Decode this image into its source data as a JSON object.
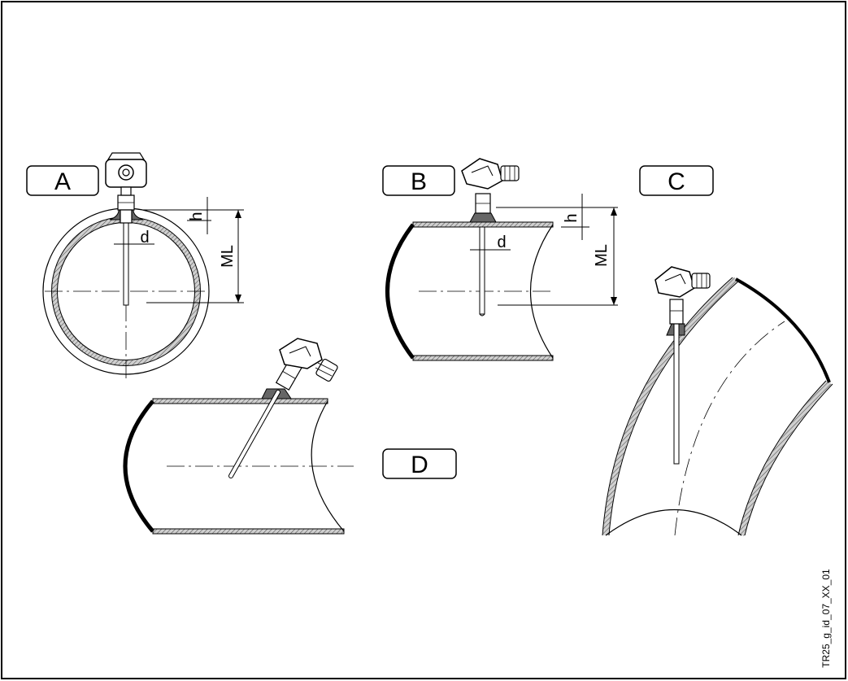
{
  "panels": {
    "a": {
      "label": "A",
      "dim_h": "h",
      "dim_d": "d",
      "dim_ml": "ML"
    },
    "b": {
      "label": "B",
      "dim_h": "h",
      "dim_d": "d",
      "dim_ml": "ML"
    },
    "c": {
      "label": "C"
    },
    "d": {
      "label": "D"
    }
  },
  "drawing_code": "TR25_g_id_07_XX_01",
  "colors": {
    "line": "#000000",
    "wall_fill": "#b8b8b8",
    "background": "#ffffff"
  }
}
